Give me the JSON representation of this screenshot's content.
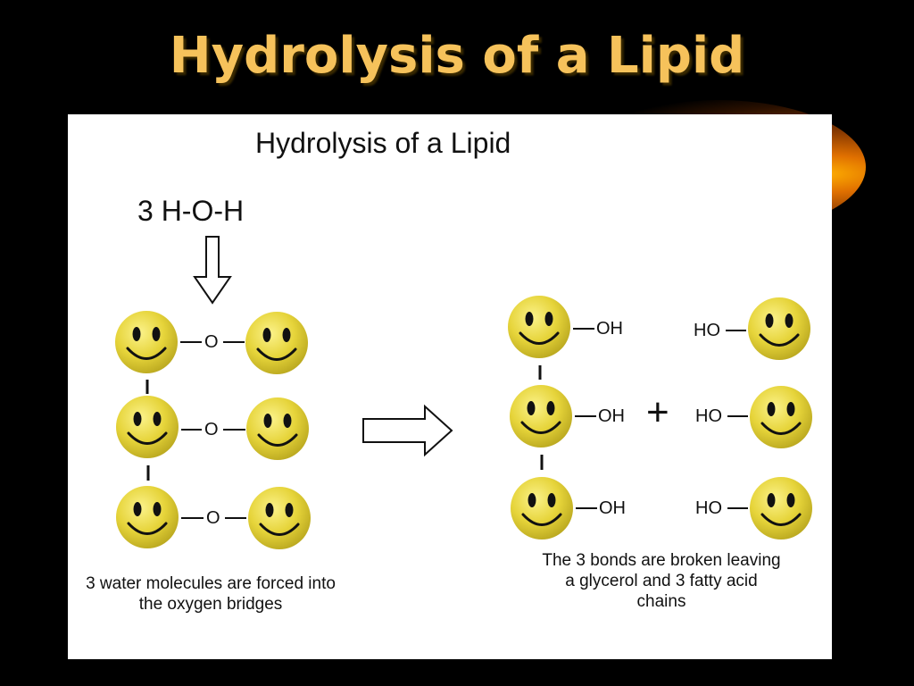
{
  "slide": {
    "title": "Hydrolysis of a Lipid"
  },
  "diagram": {
    "title": "Hydrolysis of a Lipid",
    "reactant_label": "3 H-O-H",
    "bridge_label": "O",
    "hydroxyl_right": "OH",
    "hydroxyl_left": "HO",
    "plus": "+",
    "caption_left": "3 water molecules are forced into the oxygen bridges",
    "caption_right": "The 3 bonds are broken leaving a glycerol and 3 fatty acid chains",
    "colors": {
      "title": "#f6c25b",
      "face": "#e6d43a",
      "outline": "#111111"
    }
  }
}
